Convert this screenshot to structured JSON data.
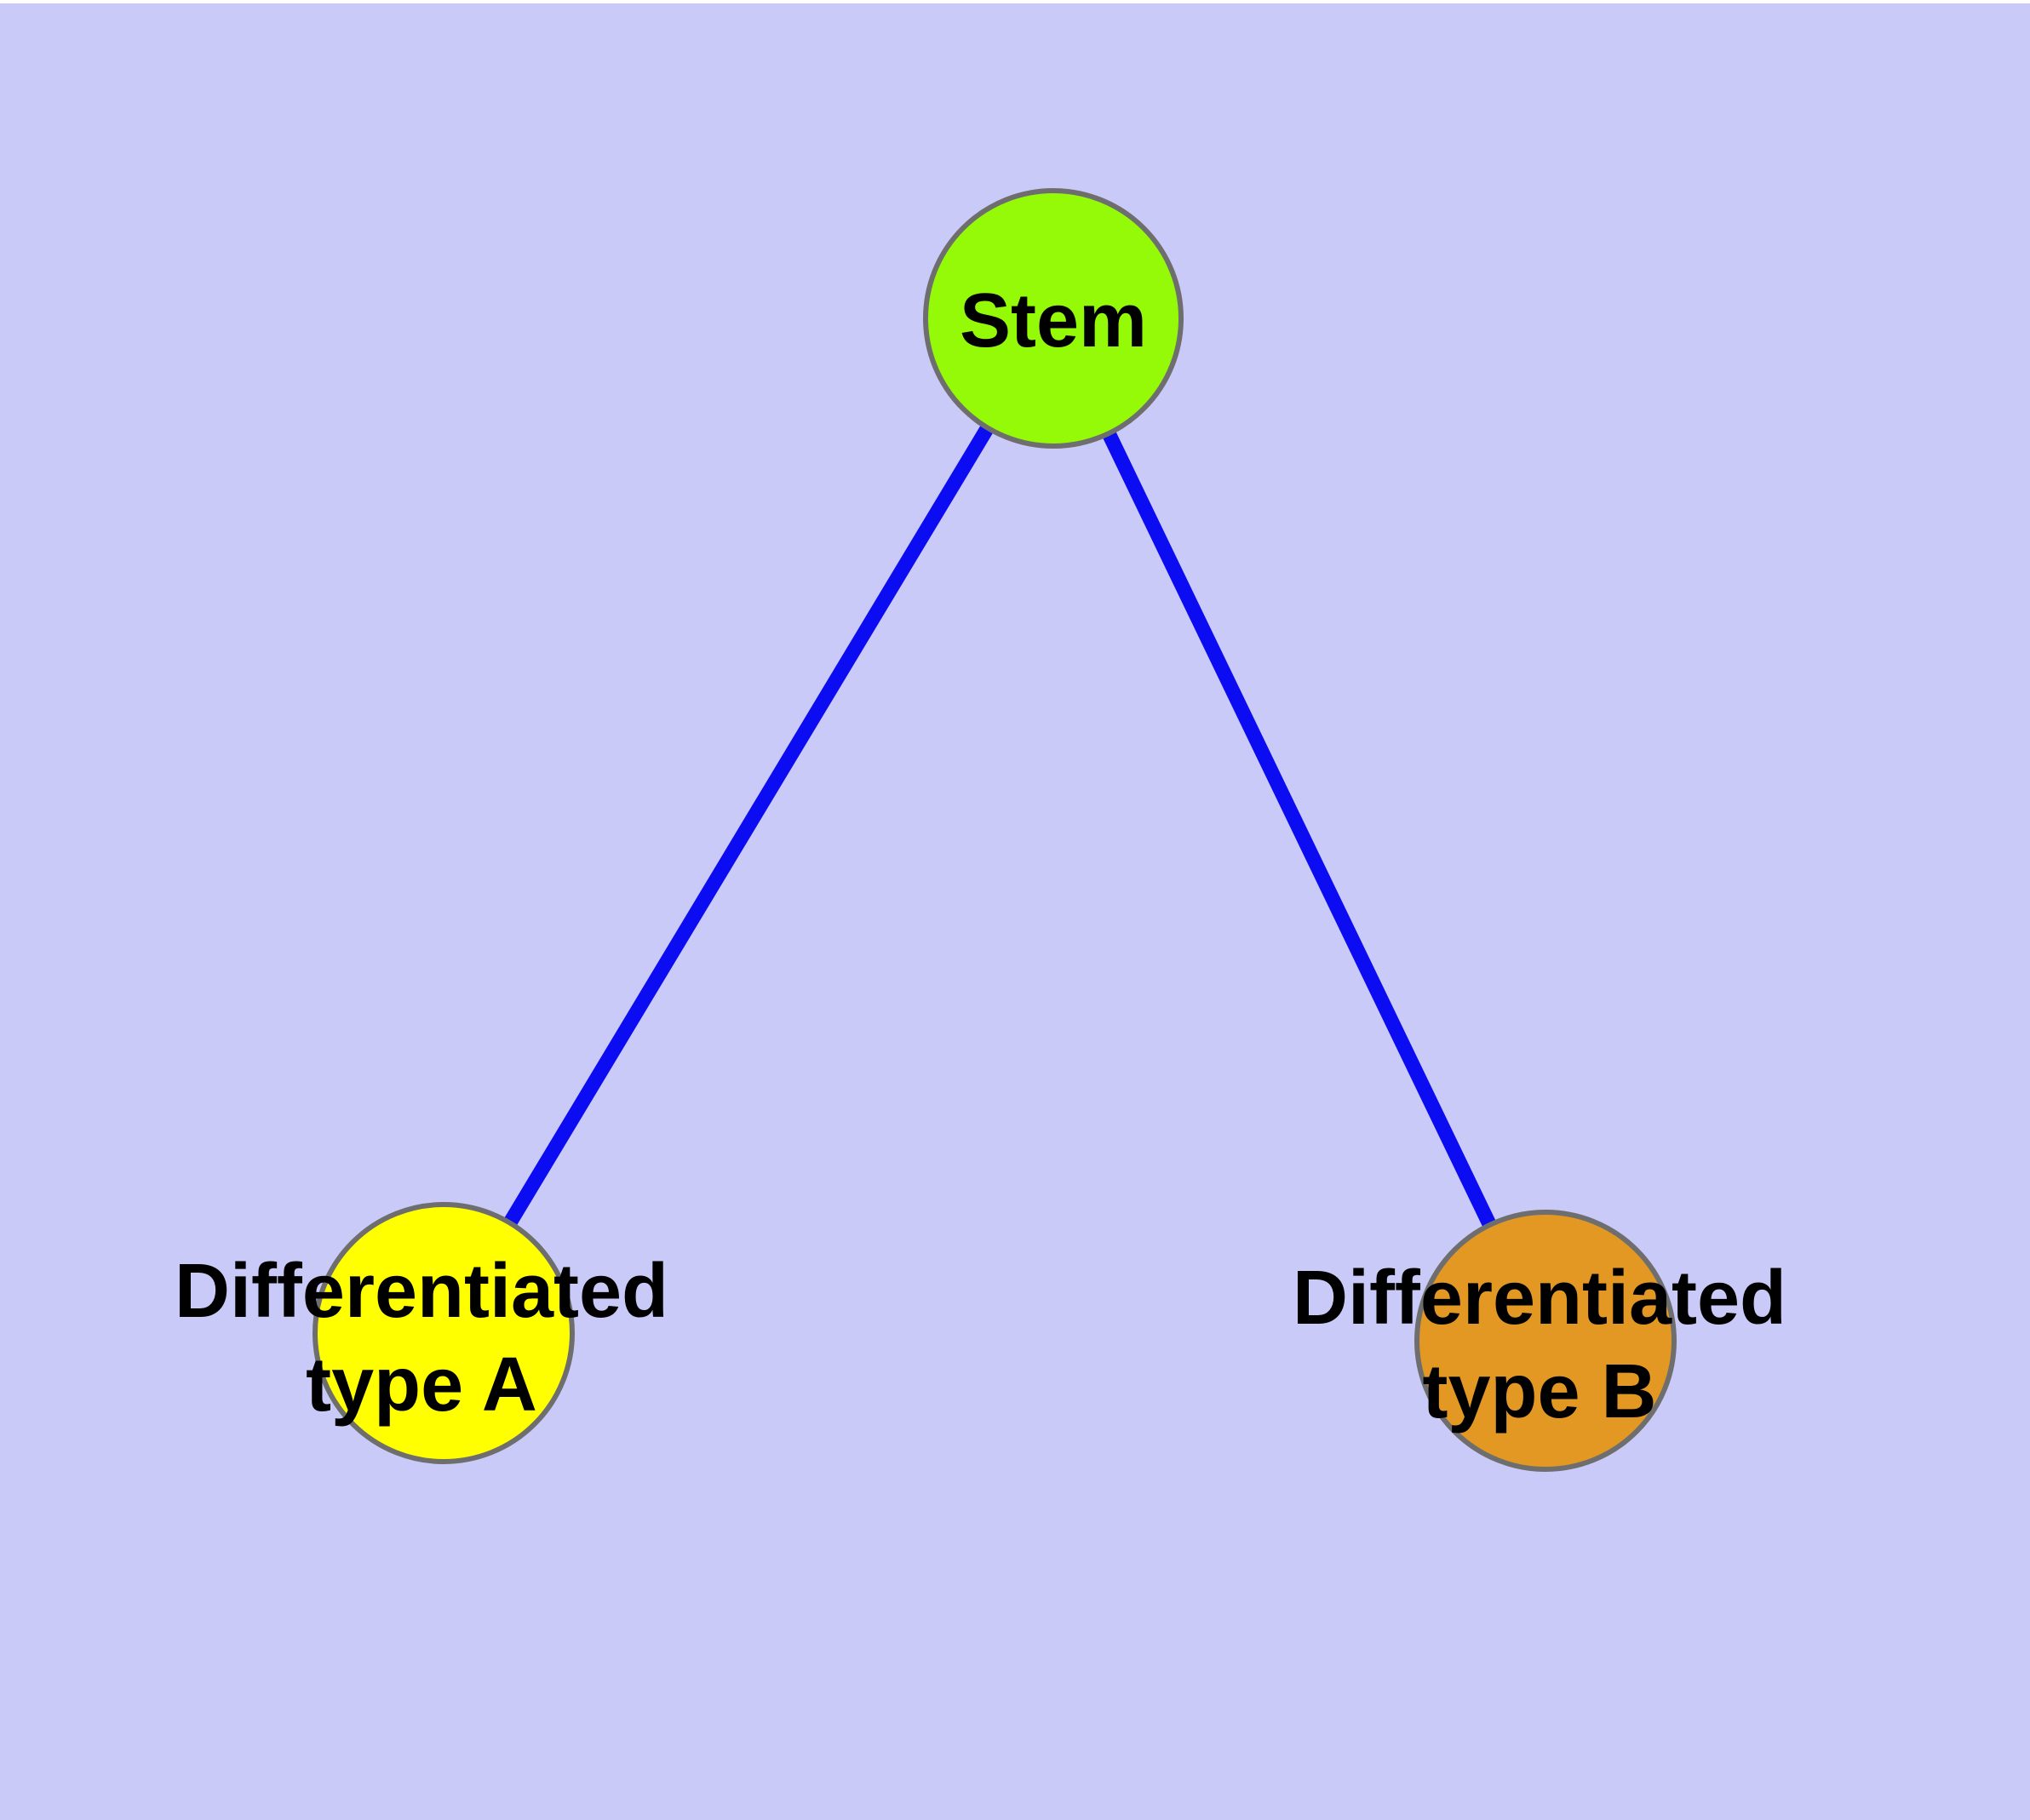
{
  "canvas": {
    "background_color": "#CACAF8",
    "top_strip_color": "#FFFFFF"
  },
  "nodes": {
    "stem": {
      "label": "Stem",
      "color": "#95FA08",
      "border_color": "#6E6E6E"
    },
    "type_a": {
      "label": "Differentiated type A",
      "label_line1": "Differentiated",
      "label_line2": "type A",
      "color": "#FFFF00",
      "border_color": "#6E6E6E"
    },
    "type_b": {
      "label": "Differentiated type B",
      "label_line1": "Differentiated",
      "label_line2": "type B",
      "color": "#E29822",
      "border_color": "#6E6E6E"
    }
  },
  "edges": [
    {
      "from": "Stem",
      "to": "Differentiated type A"
    },
    {
      "from": "Stem",
      "to": "Differentiated type B"
    }
  ],
  "edge_style": {
    "color": "#0C0CF2"
  },
  "label_style": {
    "color": "#000000"
  }
}
